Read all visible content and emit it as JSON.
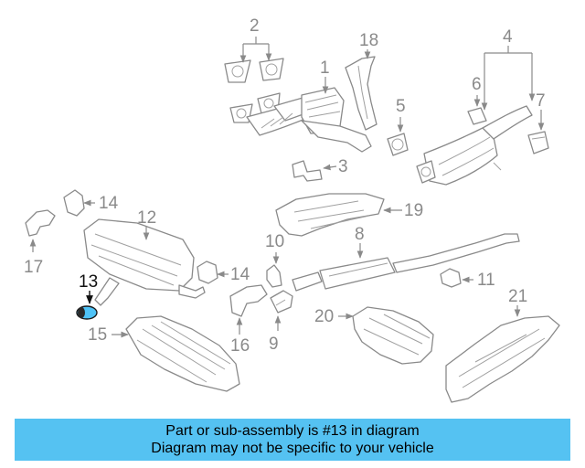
{
  "callouts": {
    "c1": "1",
    "c2": "2",
    "c3": "3",
    "c4": "4",
    "c5": "5",
    "c6": "6",
    "c7": "7",
    "c8": "8",
    "c9": "9",
    "c10": "10",
    "c11": "11",
    "c12": "12",
    "c13": "13",
    "c14a": "14",
    "c14b": "14",
    "c15": "15",
    "c16": "16",
    "c17": "17",
    "c18": "18",
    "c19": "19",
    "c20": "20",
    "c21": "21"
  },
  "highlighted_part": "13",
  "banner": {
    "line1": "Part or sub-assembly is #13 in diagram",
    "line2": "Diagram may not be specific to your vehicle"
  },
  "colors": {
    "banner_background": "#55c2f2",
    "highlight_part": "#4fc3f7",
    "line_art": "#8a8a8a"
  }
}
